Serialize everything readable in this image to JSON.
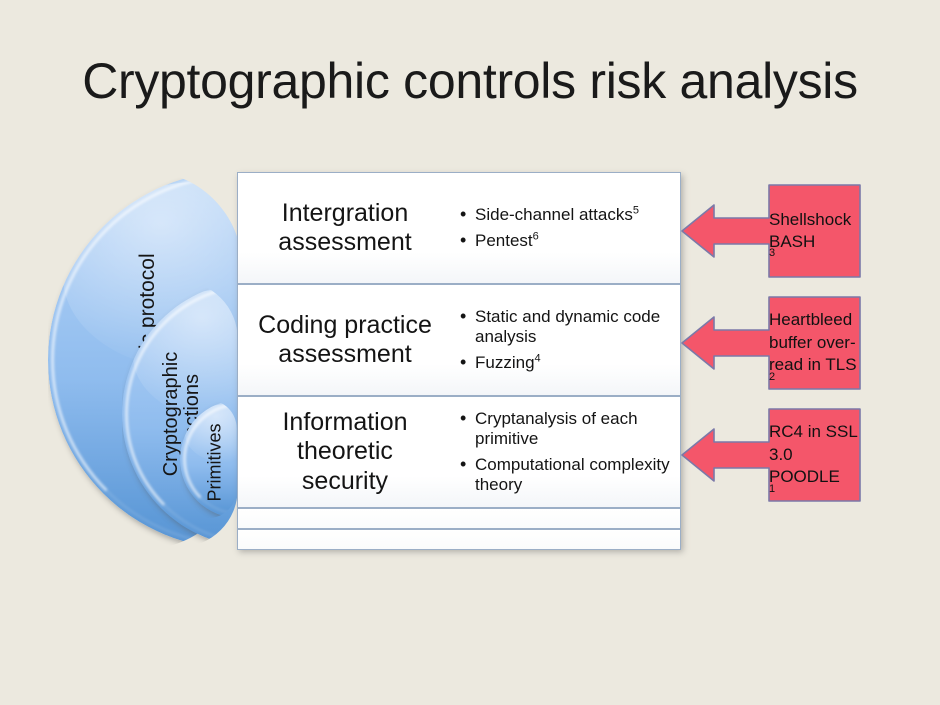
{
  "slide": {
    "title": "Cryptographic controls risk analysis",
    "background_color": "#ECE9DF"
  },
  "arcs": {
    "accent_color": "#9CC4F1",
    "items": [
      {
        "id": "cryptographic-protocol",
        "label": "Cryptographic protocol"
      },
      {
        "id": "cryptographic-functions",
        "label": "Cryptographic\nfunctions"
      },
      {
        "id": "primitives",
        "label": "Primitives"
      }
    ]
  },
  "panel": {
    "rows": [
      {
        "id": "intergration-assessment",
        "title": "Intergration\nassessment",
        "bullets": [
          {
            "text": "Side-channel attacks",
            "sup": "5"
          },
          {
            "text": "Pentest",
            "sup": "6"
          }
        ]
      },
      {
        "id": "coding-practice-assessment",
        "title": "Coding practice\nassessment",
        "bullets": [
          {
            "text": "Static and dynamic code analysis",
            "sup": ""
          },
          {
            "text": "Fuzzing",
            "sup": "4"
          }
        ]
      },
      {
        "id": "information-theoretic-security",
        "title": "Information\ntheoretic\nsecurity",
        "bullets": [
          {
            "text": "Cryptanalysis of each primitive",
            "sup": ""
          },
          {
            "text": "Computational complexity theory",
            "sup": ""
          }
        ]
      }
    ],
    "empty_rows": 2
  },
  "callouts": {
    "fill_color": "#F4566A",
    "border_color": "#7B79A8",
    "items": [
      {
        "id": "shellshock-bash",
        "text": "Shellshock\nBASH",
        "sup": "3"
      },
      {
        "id": "heartbleed-tls",
        "text": "Heartbleed\nbuffer over-\nread in TLS",
        "sup": "2"
      },
      {
        "id": "rc4-ssl-poodle",
        "text": "RC4 in SSL 3.0\nPOODLE",
        "sup": "1"
      }
    ]
  }
}
